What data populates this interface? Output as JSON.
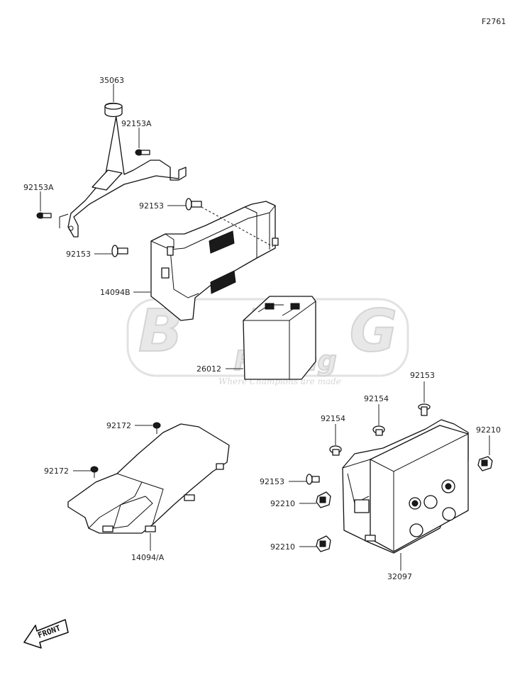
{
  "figure_code": "F2761",
  "watermark": {
    "main": "BRG",
    "sub": "Racing",
    "tagline": "Where Champions are made"
  },
  "parts": {
    "bracket": "35063",
    "bolt_a_upper": "92153A",
    "bolt_a_left": "92153A",
    "bolt_tray_top": "92153",
    "bolt_tray_left": "92153",
    "tray": "14094B",
    "battery": "26012",
    "screw_cover_top": "92172",
    "screw_cover_left": "92172",
    "cover": "14094/A",
    "bolt_box_top": "92153",
    "bolt_box_left": "92153",
    "collar_upper": "92154",
    "collar_lower": "92154",
    "nut_right": "92210",
    "nut_mid": "92210",
    "nut_low": "92210",
    "box": "32097"
  },
  "front_label": "FRONT"
}
